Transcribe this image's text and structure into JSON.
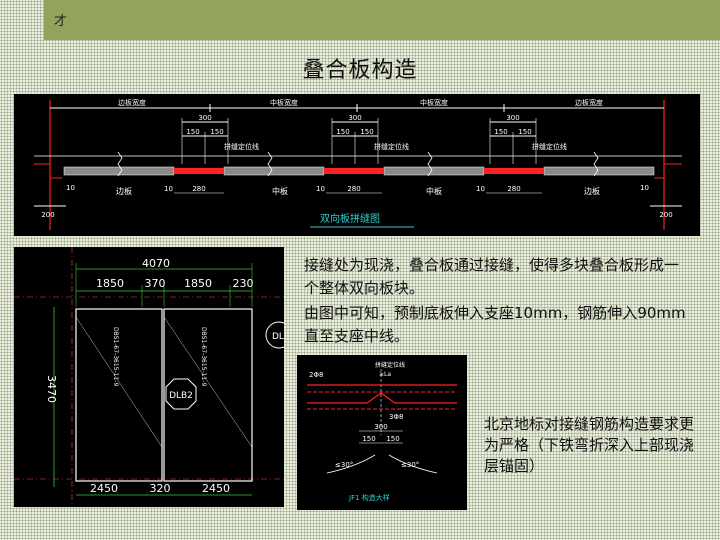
{
  "header": {
    "mark": "才"
  },
  "title": "叠合板构造",
  "top_drawing": {
    "dims": {
      "span_left": "边板宽度",
      "span_mid1": "中板宽度",
      "span_mid2": "中板宽度",
      "span_right": "边板宽度",
      "d300": "300",
      "d150": "150",
      "d280": "280",
      "d10": "10",
      "d200": "200"
    },
    "labels": {
      "seam_line": "拼缝定位线",
      "edge_board": "边板",
      "mid_board": "中板"
    },
    "caption": "双向板拼缝图"
  },
  "left_drawing": {
    "dims": {
      "total": "4070",
      "d1850": "1850",
      "d370": "370",
      "d230": "230",
      "d3470": "3470",
      "d2450": "2450",
      "d320": "320"
    },
    "slab_text_1": "DBS1-67-3615-11-9",
    "slab_text_2": "DBS1-67-3615-11-9",
    "tag_1": "DLB2",
    "tag_2": "DLB"
  },
  "mid_drawing": {
    "seam_line": "拼缝定位线",
    "lap": "≥La",
    "bar1": "2Φ8",
    "bar2": "3Φ8",
    "dim300": "300",
    "dim150": "150",
    "angle": "≤30°",
    "caption": "JF1 构造大样"
  },
  "paragraph_1": "接缝处为现浇，叠合板通过接缝，使得多块叠合板形成一个整体双向板块。",
  "paragraph_2": "由图中可知，预制底板伸入支座10mm，钢筋伸入90mm直至支座中线。",
  "note": "北京地标对接缝钢筋构造要求更为严格（下铁弯折深入上部现浇层锚固）",
  "colors": {
    "header_bar": "#93a35c",
    "cad_bg": "#000000",
    "cad_line": "#ffffff",
    "cad_red": "#ff2020",
    "cad_green": "#33cc33",
    "cad_cyan": "#33cccc"
  }
}
